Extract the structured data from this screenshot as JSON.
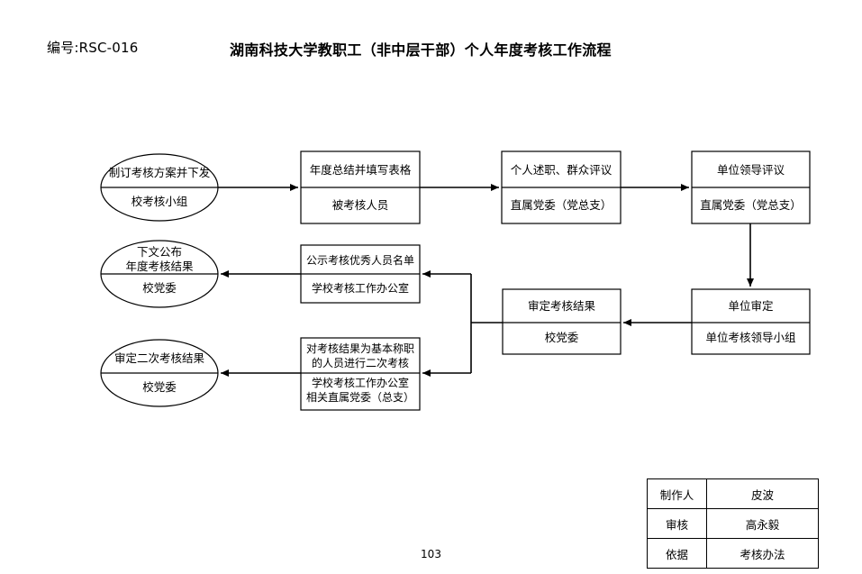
{
  "document": {
    "code": "编号:RSC-016",
    "title": "湖南科技大学教职工（非中层干部）个人年度考核工作流程",
    "page_number": "103"
  },
  "flow": {
    "nodes": [
      {
        "id": "plan-issue",
        "shape": "ellipse",
        "action": "制订考核方案并下发",
        "owner": "校考核小组"
      },
      {
        "id": "annual-summary",
        "shape": "rect",
        "action": "年度总结并填写表格",
        "owner": "被考核人员"
      },
      {
        "id": "self-report-review",
        "shape": "rect",
        "action": "个人述职、群众评议",
        "owner": "直属党委（党总支）"
      },
      {
        "id": "unit-leader-review",
        "shape": "rect",
        "action": "单位领导评议",
        "owner": "直属党委（党总支）"
      },
      {
        "id": "unit-approval",
        "shape": "rect",
        "action": "单位审定",
        "owner": "单位考核领导小组"
      },
      {
        "id": "final-approval",
        "shape": "rect",
        "action": "审定考核结果",
        "owner": "校党委"
      },
      {
        "id": "publicize-excellent",
        "shape": "rect",
        "action": "公示考核优秀人员名单",
        "owner": "学校考核工作办公室"
      },
      {
        "id": "announce-results",
        "shape": "ellipse",
        "action": "下文公布\n年度考核结果",
        "owner": "校党委"
      },
      {
        "id": "second-assessment",
        "shape": "rect",
        "action": "对考核结果为基本称职\n的人员进行二次考核",
        "owner": "学校考核工作办公室\n相关直属党委（总支）"
      },
      {
        "id": "approve-second-assessment",
        "shape": "ellipse",
        "action": "审定二次考核结果",
        "owner": "校党委"
      }
    ]
  },
  "signature_table": {
    "rows": [
      {
        "label": "制作人",
        "value": "皮波"
      },
      {
        "label": "审核",
        "value": "高永毅"
      },
      {
        "label": "依据",
        "value": "考核办法"
      }
    ]
  },
  "colors": {
    "stroke": "#000000",
    "background": "#ffffff",
    "text": "#000000"
  }
}
